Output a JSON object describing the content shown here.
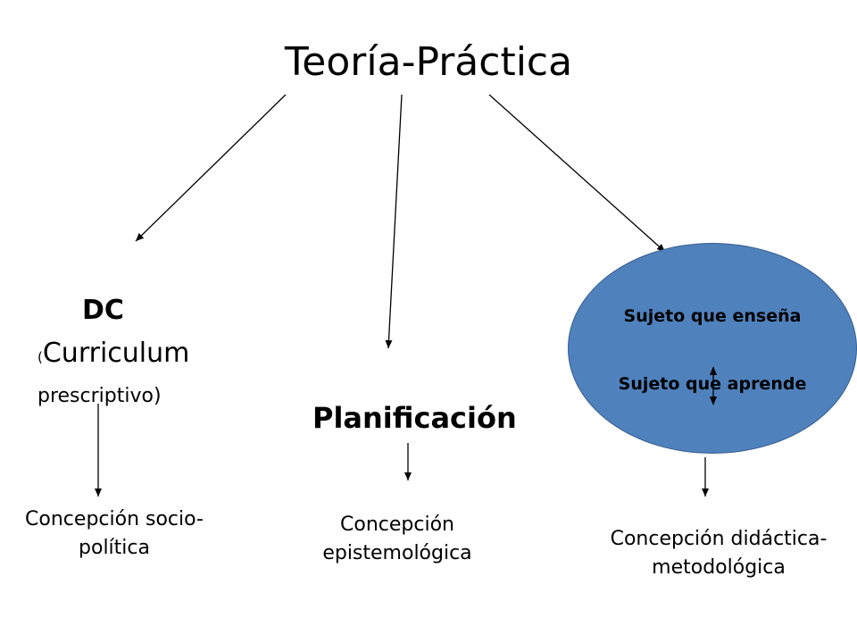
{
  "title": "Teoría-Práctica",
  "dc": {
    "heading": "DC",
    "paren_open": "(",
    "line1": "Curriculum",
    "line2": "prescriptivo)"
  },
  "planificacion": "Planificación",
  "ellipse": {
    "line1": "Sujeto que enseña",
    "line2": "Sujeto que aprende"
  },
  "captions": {
    "left": [
      "Concepción socio-",
      "política"
    ],
    "center": [
      "Concepción",
      "epistemológica"
    ],
    "right": [
      "Concepción didáctica-",
      "metodológica"
    ]
  }
}
